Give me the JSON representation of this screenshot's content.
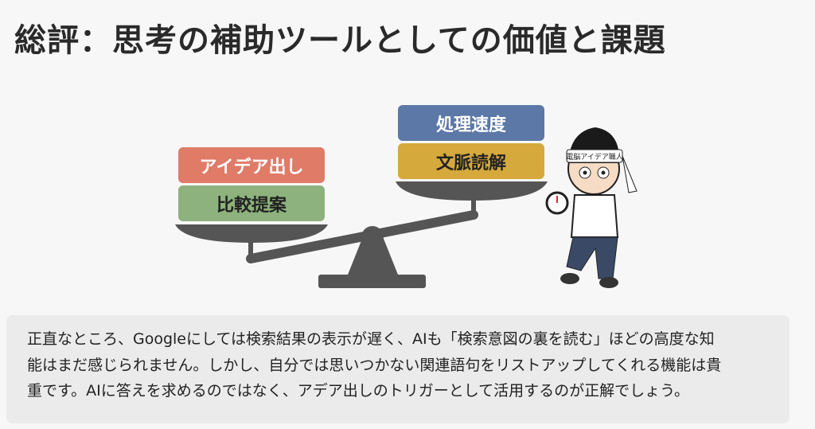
{
  "title": "総評：思考の補助ツールとしての価値と課題",
  "scale": {
    "left_pan": [
      "アイデア出し",
      "比較提案"
    ],
    "right_pan": [
      "処理速度",
      "文脈読解"
    ]
  },
  "character": {
    "headband_text": "電脳アイデア職人"
  },
  "summary": {
    "lines": [
      "正直なところ、Googleにしては検索結果の表示が遅く、AIも「検索意図の裏を読む」ほどの高度な知",
      "能はまだ感じられません。しかし、自分では思いつかない関連語句をリストアップしてくれる機能は貴",
      "重です。AIに答えを求めるのではなく、アデア出しのトリガーとして活用するのが正解でしょう。"
    ]
  },
  "colors": {
    "red": "#e07b68",
    "green": "#8db27d",
    "blue": "#5b78a6",
    "gold": "#d5a93c",
    "scale": "#555555"
  }
}
